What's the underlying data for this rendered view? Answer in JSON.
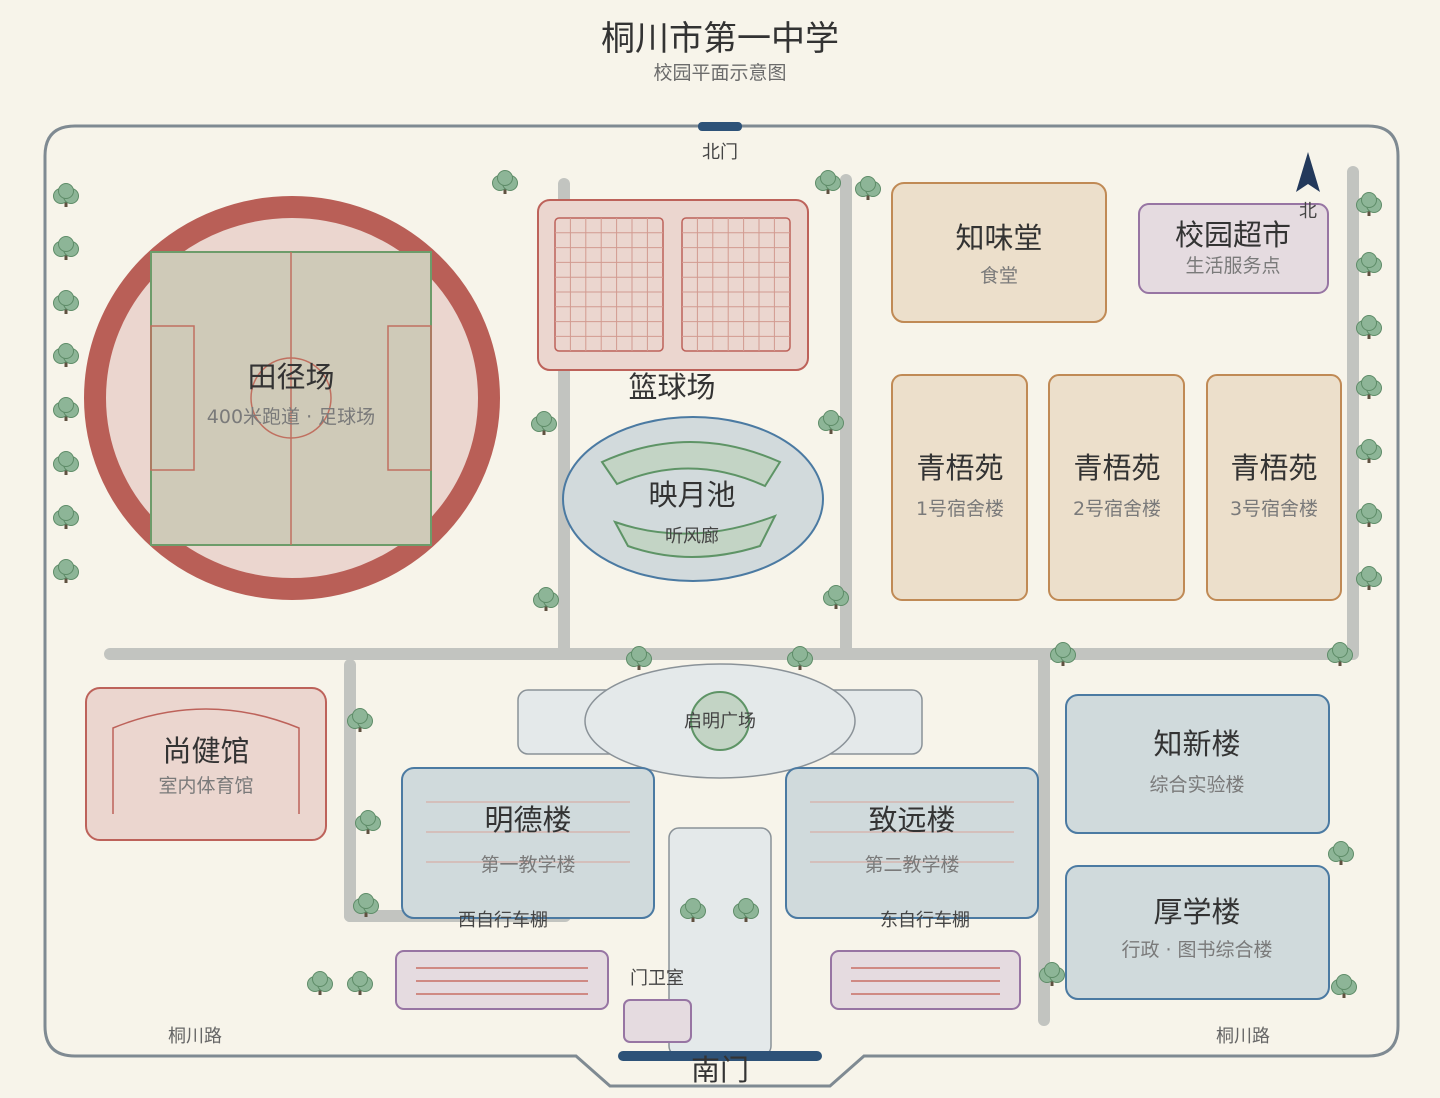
{
  "header": {
    "title": "桐川市第一中学",
    "subtitle": "校园平面示意图"
  },
  "compass": {
    "label": "北"
  },
  "gates": {
    "north": "北门",
    "south": "南门",
    "guard": "门卫室"
  },
  "roads": {
    "southwest": "桐川路",
    "southeast": "桐川路"
  },
  "colors": {
    "background": "#f7f4ea",
    "track": "#b95f57",
    "field": "#cfcab8",
    "sport_fill": "#ebd6cf",
    "sport_stroke": "#bd625a",
    "dorm_fill": "#ecdfcb",
    "dorm_stroke": "#c08a55",
    "teach_fill": "#d0dadc",
    "teach_stroke": "#4b7aa2",
    "store_fill": "#e5dbe0",
    "store_stroke": "#9775a3",
    "path": "#c2c4c0",
    "gate": "#2d5278",
    "tree": "#8db597"
  },
  "buildings": {
    "track": {
      "name": "田径场",
      "desc": "400米跑道 · 足球场"
    },
    "basketball": {
      "name": "篮球场"
    },
    "pond": {
      "name": "映月池",
      "desc": "听风廊"
    },
    "canteen": {
      "name": "知味堂",
      "desc": "食堂"
    },
    "store": {
      "name": "校园超市",
      "desc": "生活服务点"
    },
    "dorm1": {
      "name": "青梧苑",
      "desc": "1号宿舍楼"
    },
    "dorm2": {
      "name": "青梧苑",
      "desc": "2号宿舍楼"
    },
    "dorm3": {
      "name": "青梧苑",
      "desc": "3号宿舍楼"
    },
    "gym": {
      "name": "尚健馆",
      "desc": "室内体育馆"
    },
    "plaza": {
      "name": "启明广场"
    },
    "mingde": {
      "name": "明德楼",
      "desc": "第一教学楼"
    },
    "zhiyuan": {
      "name": "致远楼",
      "desc": "第二教学楼"
    },
    "zhixin": {
      "name": "知新楼",
      "desc": "综合实验楼"
    },
    "houxue": {
      "name": "厚学楼",
      "desc": "行政 · 图书综合楼"
    },
    "bike_west": {
      "name": "西自行车棚"
    },
    "bike_east": {
      "name": "东自行车棚"
    }
  }
}
